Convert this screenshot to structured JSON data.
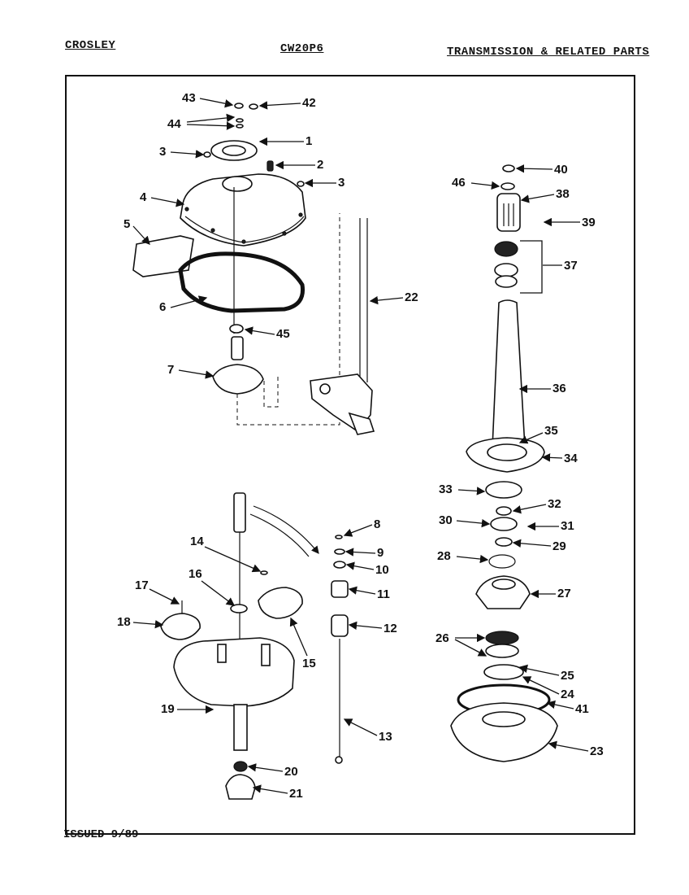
{
  "header": {
    "brand": "CROSLEY",
    "model": "CW20P6",
    "section": "TRANSMISSION & RELATED PARTS"
  },
  "footer": {
    "issued": "ISSUED 9/89"
  },
  "callouts": [
    "1",
    "2",
    "3",
    "3",
    "4",
    "5",
    "6",
    "7",
    "8",
    "9",
    "10",
    "11",
    "12",
    "13",
    "14",
    "15",
    "16",
    "17",
    "18",
    "19",
    "20",
    "21",
    "22",
    "23",
    "24",
    "25",
    "26",
    "27",
    "28",
    "29",
    "30",
    "31",
    "32",
    "33",
    "34",
    "35",
    "36",
    "37",
    "38",
    "39",
    "40",
    "41",
    "42",
    "43",
    "44",
    "45",
    "46"
  ]
}
